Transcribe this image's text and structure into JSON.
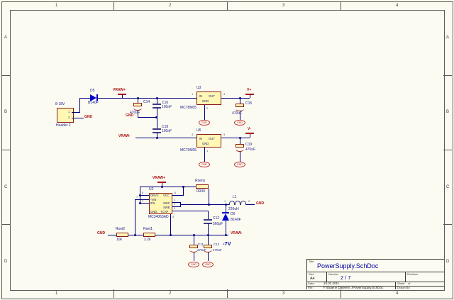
{
  "zones": {
    "c1": "1",
    "c2": "2",
    "c3": "3",
    "c4": "4",
    "rA": "A",
    "rB": "B",
    "rC": "C",
    "rD": "D"
  },
  "nets": {
    "vrawp": "VRAW+",
    "vrawm": "VRAW-",
    "gnd": "GND",
    "vp": "V+",
    "vm": "V-",
    "neg7": "-7V"
  },
  "colors": {
    "wire": "#00007d",
    "part_fill": "#fff7b3",
    "part_border": "#8b1a1a",
    "net_red": "#aa1111",
    "label_blue": "#1a1a8c",
    "title_blue": "#0000a0"
  },
  "parts": {
    "conn": {
      "range": "8-18V",
      "name": "Header 2",
      "p1": "1",
      "p2": "2"
    },
    "d5": {
      "ref": "D5",
      "val": "B140F"
    },
    "c14": {
      "ref": "C14",
      "val": "470uF"
    },
    "c16": {
      "ref": "C16",
      "val": "100nF"
    },
    "c18": {
      "ref": "C18",
      "val": "100nF"
    },
    "u3": {
      "ref": "U3",
      "val": "MC78M05",
      "in": "IN",
      "out": "OUT",
      "gnd": "GND",
      "n_in": "1",
      "n_out": "3",
      "n_gnd": "2"
    },
    "u6": {
      "ref": "U6",
      "val": "MC79M05",
      "in": "IN",
      "out": "OUT",
      "gnd": "GND",
      "n_in": "4",
      "n_out": "3",
      "n_gnd": "1"
    },
    "c15": {
      "ref": "C15",
      "val": "470uF"
    },
    "c19": {
      "ref": "C19",
      "val": "470uF"
    },
    "u2": {
      "ref": "U2",
      "val": "MC34063AD",
      "drvc": "DRVC",
      "vcc": "VCC",
      "vin": "-VIN",
      "ipk": "IPK",
      "swc": "SWC",
      "swe": "SWE",
      "gnd": "GND",
      "tcap": "TCAP",
      "n8": "8",
      "n7": "7",
      "n5": "5",
      "n4": "4",
      "n6": "6",
      "n1": "1",
      "n2": "2",
      "n3": "3"
    },
    "rsens": {
      "ref": "Rsens",
      "val": "0R39"
    },
    "rset2": {
      "ref": "Rset2",
      "val": "10k"
    },
    "rset1": {
      "ref": "Rset1",
      "val": "2.2k"
    },
    "l1": {
      "ref": "L1",
      "val": "220uH",
      "p1": "1",
      "p2": "2"
    },
    "d6": {
      "ref": "D6",
      "val": "B140F"
    },
    "c12": {
      "ref": "C12",
      "val": "560pF"
    },
    "c11": {
      "ref": "C11",
      "val": "470uF"
    },
    "c13": {
      "ref": "C13",
      "val": "470uF"
    }
  },
  "title_block": {
    "title_lbl": "Title",
    "title": "PowerSupply.SchDoc",
    "size_lbl": "Size",
    "size": "A4",
    "num_lbl": "Number",
    "num": "2  /  7",
    "rev_lbl": "Revision",
    "date_lbl": "Date:",
    "date": "19.02.2011",
    "sheet_lbl": "Sheet",
    "of": "of",
    "file_lbl": "File:",
    "file": "F:\\Eigene Dateien\\..\\PowerSupply.SchDoc",
    "drawn": "Drawn By:"
  }
}
